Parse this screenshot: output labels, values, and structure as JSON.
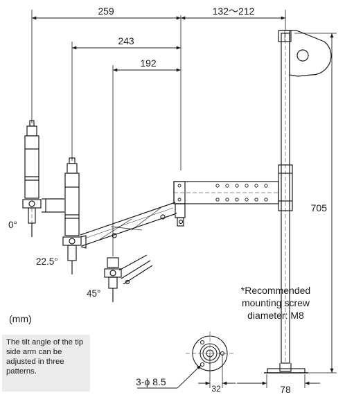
{
  "dimensions": {
    "reach_0": "259",
    "reach_22_5": "243",
    "reach_45": "192",
    "offset_range": "132〜212",
    "height": "705",
    "base_width": "78",
    "bolt_spacing": "32",
    "hole_spec": "3-ϕ 8.5"
  },
  "angles": [
    "0°",
    "22.5°",
    "45°"
  ],
  "notes": {
    "screw_line1": "*Recommended",
    "screw_line2": "mounting screw",
    "screw_line3": "diameter: M8",
    "unit": "(mm)",
    "tilt_text": "The tilt angle of the tip side arm can be adjusted in three patterns."
  },
  "colors": {
    "line": "#1a1a1a",
    "note_bg": "#ebebeb"
  }
}
